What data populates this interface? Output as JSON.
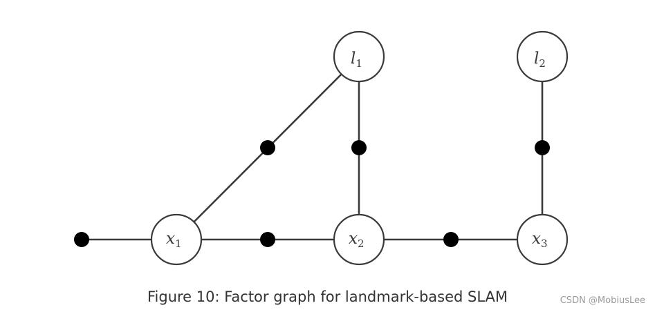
{
  "nodes": [
    {
      "id": "l1",
      "var": "l",
      "sub": "1"
    },
    {
      "id": "l2",
      "var": "l",
      "sub": "2"
    },
    {
      "id": "x1",
      "var": "x",
      "sub": "1"
    },
    {
      "id": "x2",
      "var": "x",
      "sub": "2"
    },
    {
      "id": "x3",
      "var": "x",
      "sub": "3"
    }
  ],
  "caption": "Figure 10: Factor graph for landmark-based SLAM",
  "watermark": "CSDN @MobiusLee",
  "colors": {
    "edge": "#3a3a3a",
    "factor": "#000000",
    "node_fill": "#ffffff"
  }
}
